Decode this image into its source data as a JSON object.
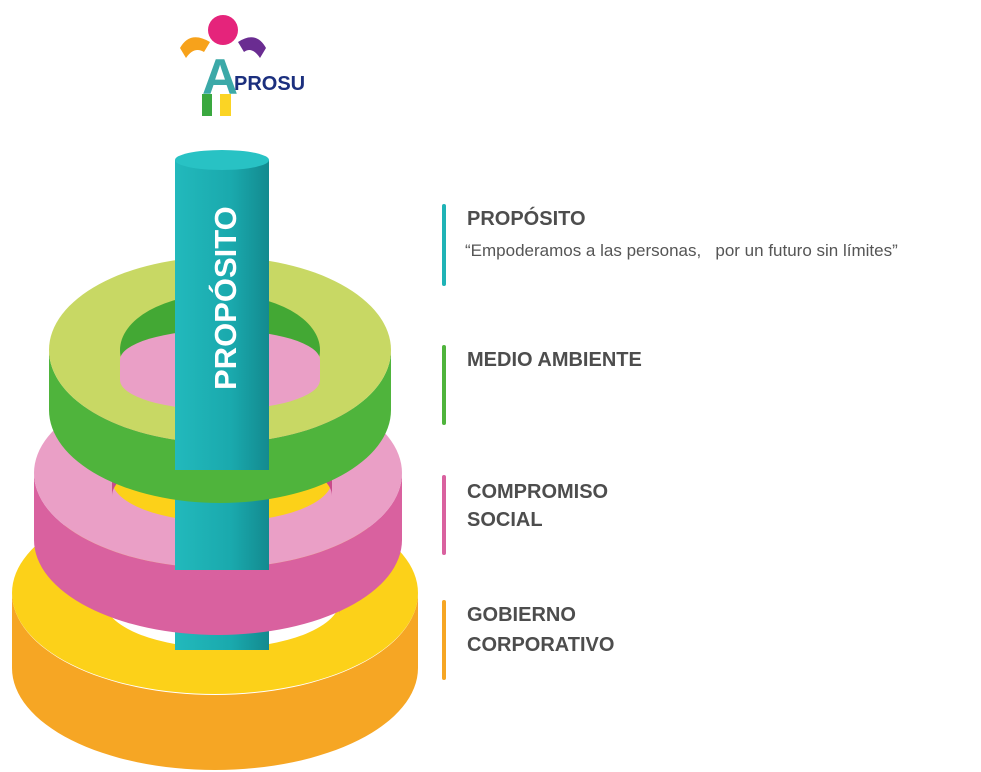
{
  "logo": {
    "text": "PROSU",
    "letter": "A",
    "colors": {
      "head": "#e5247b",
      "arm_left": "#f7a21b",
      "arm_right": "#6a2c91",
      "letter": "#3ba9a8",
      "leg_left": "#3aa83f",
      "leg_right": "#fbd424",
      "text": "#1b2f7e"
    }
  },
  "column": {
    "label": "PROPÓSITO",
    "color": "#1fb3b6"
  },
  "rings": [
    {
      "name": "medio-ambiente",
      "top_color": "#c8d864",
      "side_color": "#4fb43c",
      "inner_color": "#43a834"
    },
    {
      "name": "compromiso-social",
      "top_color": "#ea9fc6",
      "side_color": "#d9619f",
      "inner_color": "#c84b8a"
    },
    {
      "name": "gobierno-corporativo",
      "top_color": "#fcd119",
      "side_color": "#f6a624",
      "inner_color": "#e89a1c"
    }
  ],
  "legend": [
    {
      "title": "PROPÓSITO",
      "lines": [
        "“Empoderamos a las personas,   por un futuro sin límites”"
      ],
      "color": "#1fb3b6"
    },
    {
      "title": "MEDIO AMBIENTE",
      "lines": [],
      "color": "#4fb43c"
    },
    {
      "title": "COMPROMISO",
      "title2": "SOCIAL",
      "lines": [],
      "color": "#d9619f"
    },
    {
      "title": "GOBIERNO",
      "title2": "CORPORATIVO",
      "lines": [],
      "color": "#f6a624"
    }
  ]
}
